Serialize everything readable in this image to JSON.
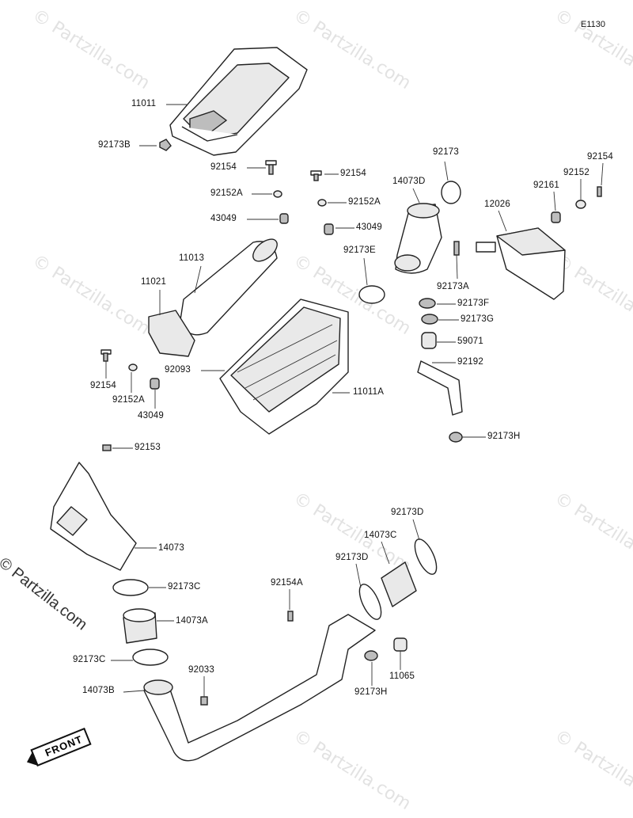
{
  "figure_code": "E1130",
  "front_label": "FRONT",
  "watermark": "© Partzilla.com",
  "callouts": [
    {
      "id": "11011"
    },
    {
      "id": "92173B"
    },
    {
      "id": "92154"
    },
    {
      "id": "92154"
    },
    {
      "id": "92152A"
    },
    {
      "id": "92152A"
    },
    {
      "id": "43049"
    },
    {
      "id": "43049"
    },
    {
      "id": "11013"
    },
    {
      "id": "11021"
    },
    {
      "id": "92093"
    },
    {
      "id": "11011A"
    },
    {
      "id": "92154"
    },
    {
      "id": "92152A"
    },
    {
      "id": "43049"
    },
    {
      "id": "92153"
    },
    {
      "id": "92173"
    },
    {
      "id": "14073D"
    },
    {
      "id": "92173E"
    },
    {
      "id": "92173A"
    },
    {
      "id": "92173F"
    },
    {
      "id": "92173G"
    },
    {
      "id": "59071"
    },
    {
      "id": "92192"
    },
    {
      "id": "92173H"
    },
    {
      "id": "12026"
    },
    {
      "id": "92161"
    },
    {
      "id": "92152"
    },
    {
      "id": "92154"
    },
    {
      "id": "14073"
    },
    {
      "id": "92173C"
    },
    {
      "id": "14073A"
    },
    {
      "id": "92173C"
    },
    {
      "id": "14073B"
    },
    {
      "id": "92033"
    },
    {
      "id": "92154A"
    },
    {
      "id": "92173D"
    },
    {
      "id": "14073C"
    },
    {
      "id": "92173D"
    },
    {
      "id": "11065"
    },
    {
      "id": "92173H"
    }
  ]
}
